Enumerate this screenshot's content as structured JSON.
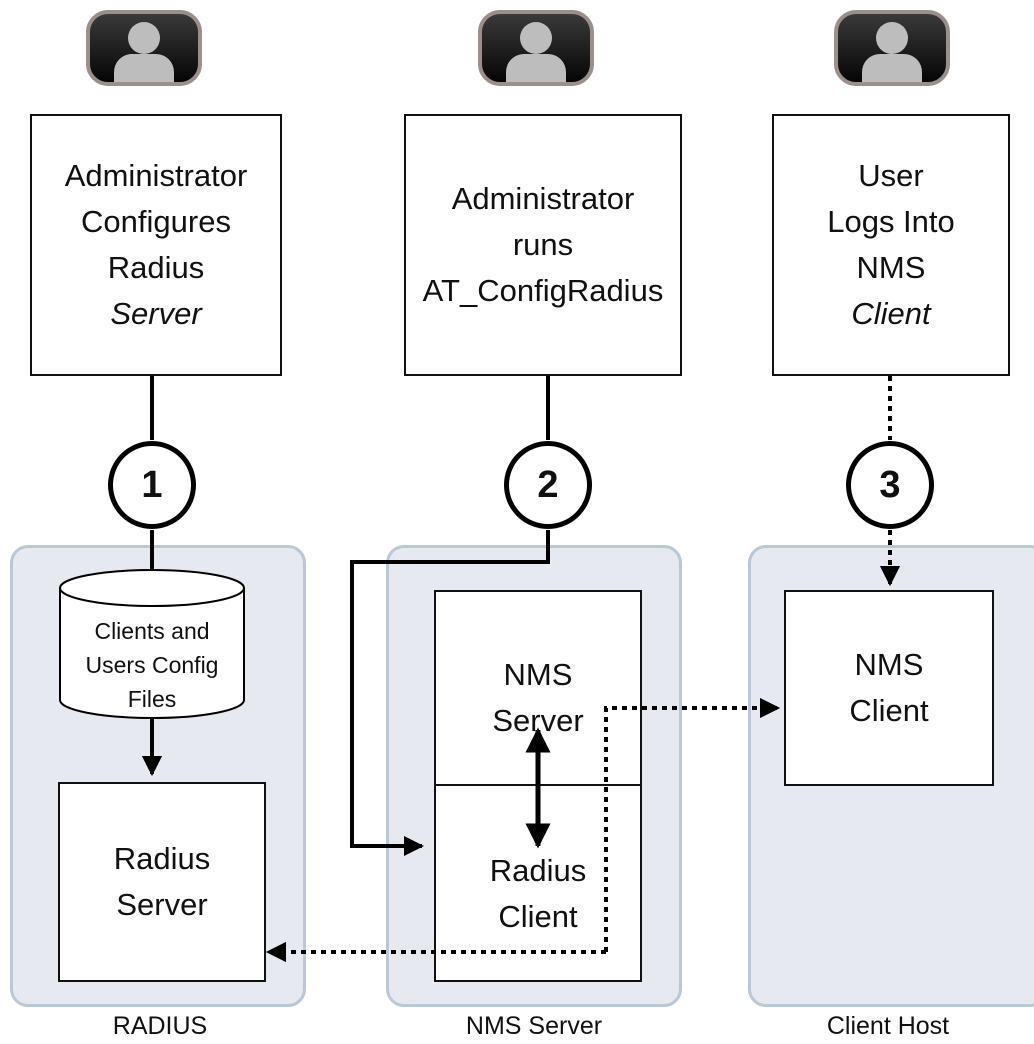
{
  "admin1": {
    "lines": [
      "Administrator",
      "Configures",
      "Radius"
    ],
    "italic": "Server"
  },
  "admin2": {
    "lines": [
      "Administrator",
      "runs",
      "AT_ConfigRadius"
    ]
  },
  "user3": {
    "lines": [
      "User",
      "Logs Into",
      "NMS"
    ],
    "italic": "Client"
  },
  "steps": [
    "1",
    "2",
    "3"
  ],
  "db": {
    "lines": [
      "Clients and",
      "Users Config",
      "Files"
    ]
  },
  "radius_server": {
    "lines": [
      "Radius",
      "Server"
    ]
  },
  "nms_server": {
    "lines": [
      "NMS",
      "Server"
    ]
  },
  "radius_client": {
    "lines": [
      "Radius",
      "Client"
    ]
  },
  "nms_client": {
    "lines": [
      "NMS",
      "Client"
    ]
  },
  "zones": {
    "radius": "RADIUS",
    "nms": "NMS Server",
    "client": "Client Host"
  },
  "icons": [
    "user-avatar-icon",
    "user-avatar-icon",
    "user-avatar-icon"
  ]
}
